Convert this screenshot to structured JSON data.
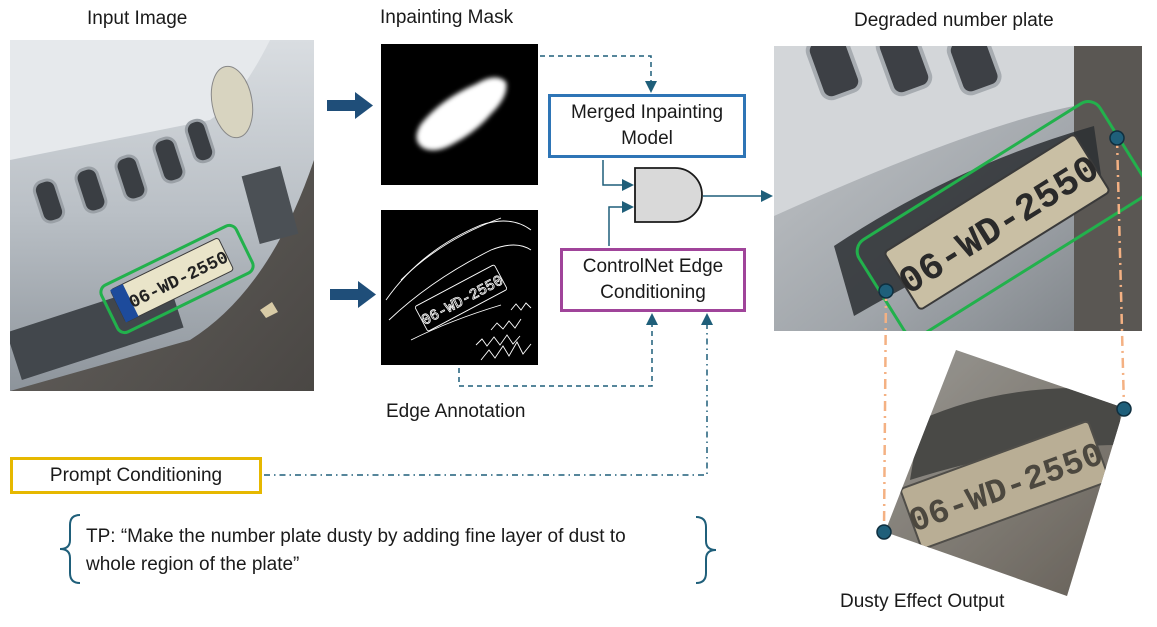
{
  "labels": {
    "input_image": "Input Image",
    "inpainting_mask": "Inpainting Mask",
    "edge_annotation": "Edge Annotation",
    "degraded_plate": "Degraded number plate",
    "dusty_output": "Dusty Effect Output"
  },
  "boxes": {
    "merged_model_line1": "Merged Inpainting",
    "merged_model_line2": "Model",
    "controlnet_line1": "ControlNet Edge",
    "controlnet_line2": "Conditioning",
    "prompt": "Prompt Conditioning"
  },
  "prompt_text": {
    "line1": "TP: “Make the number plate dusty by adding fine layer of dust to",
    "line2": "whole region of the plate”"
  },
  "plate_text": "06-WD-2550",
  "colors": {
    "merged_box": "#2e75b6",
    "controlnet_box": "#a0449a",
    "prompt_box": "#e6b800",
    "plate_outline": "#22b14c",
    "arrow": "#1f5f7a",
    "dash_dot": "#f4b183"
  }
}
